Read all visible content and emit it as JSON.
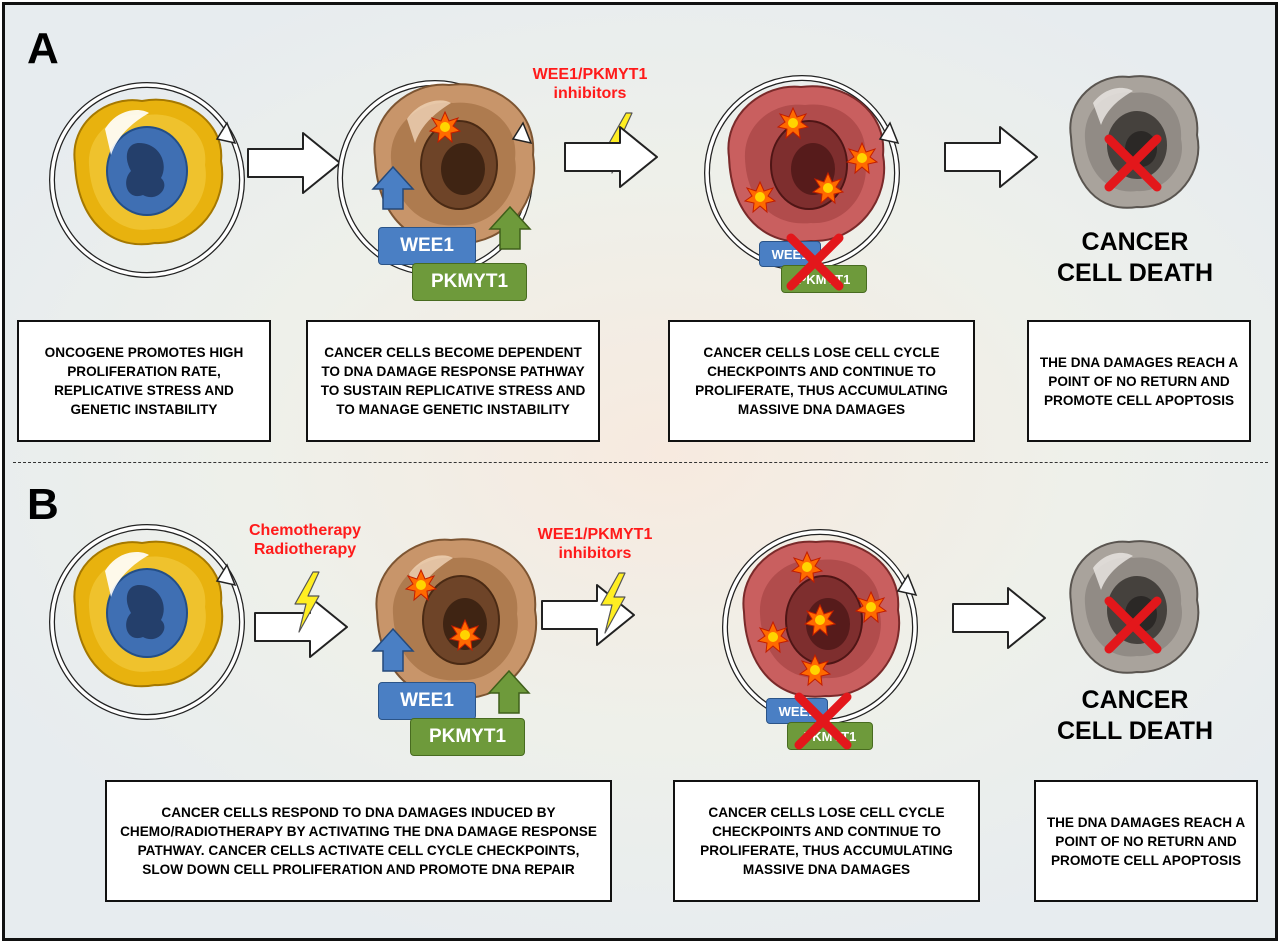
{
  "panels": {
    "a": {
      "letter": "A",
      "inhibitor_label": [
        "WEE1/PKMYT1",
        "inhibitors"
      ],
      "tag_wee": "WEE1",
      "tag_pk": "PKMYT1",
      "tag_wee_small": "WEE1",
      "tag_pk_small": "PKMYT1",
      "death": [
        "CANCER",
        "CELL DEATH"
      ],
      "box1": "ONCOGENE PROMOTES HIGH PROLIFERATION RATE, REPLICATIVE STRESS AND GENETIC INSTABILITY",
      "box2": "CANCER CELLS BECOME DEPENDENT TO DNA DAMAGE RESPONSE PATHWAY TO SUSTAIN REPLICATIVE STRESS AND TO MANAGE GENETIC INSTABILITY",
      "box3": "CANCER CELLS LOSE CELL CYCLE CHECKPOINTS AND CONTINUE TO PROLIFERATE, THUS ACCUMULATING MASSIVE DNA DAMAGES",
      "box4": "THE DNA DAMAGES REACH A POINT OF NO RETURN AND PROMOTE CELL APOPTOSIS"
    },
    "b": {
      "letter": "B",
      "therapy_label": [
        "Chemotherapy",
        "Radiotherapy"
      ],
      "inhibitor_label": [
        "WEE1/PKMYT1",
        "inhibitors"
      ],
      "tag_wee": "WEE1",
      "tag_pk": "PKMYT1",
      "tag_wee_small": "WEE1",
      "tag_pk_small": "PKMYT1",
      "death": [
        "CANCER",
        "CELL DEATH"
      ],
      "box1": "CANCER CELLS RESPOND TO DNA DAMAGES INDUCED BY CHEMO/RADIOTHERAPY BY ACTIVATING THE DNA DAMAGE RESPONSE PATHWAY. CANCER CELLS ACTIVATE CELL CYCLE CHECKPOINTS, SLOW DOWN CELL PROLIFERATION AND PROMOTE DNA REPAIR",
      "box2": "CANCER CELLS LOSE CELL CYCLE CHECKPOINTS AND CONTINUE TO PROLIFERATE, THUS ACCUMULATING MASSIVE DNA DAMAGES",
      "box3": "THE DNA DAMAGES REACH A POINT OF NO RETURN AND PROMOTE CELL APOPTOSIS"
    }
  },
  "colors": {
    "healthy_cell": "#e8b20e",
    "nucleus": "#3f6fb3",
    "dependent_cell": "#c8956a",
    "damaged_cell": "#c95f5f",
    "dead_cell": "#a9a39c",
    "burst": "#ff6a00",
    "lightning": "#ffee22",
    "red_x": "#e3171b",
    "label_red": "#ff1a1a"
  }
}
